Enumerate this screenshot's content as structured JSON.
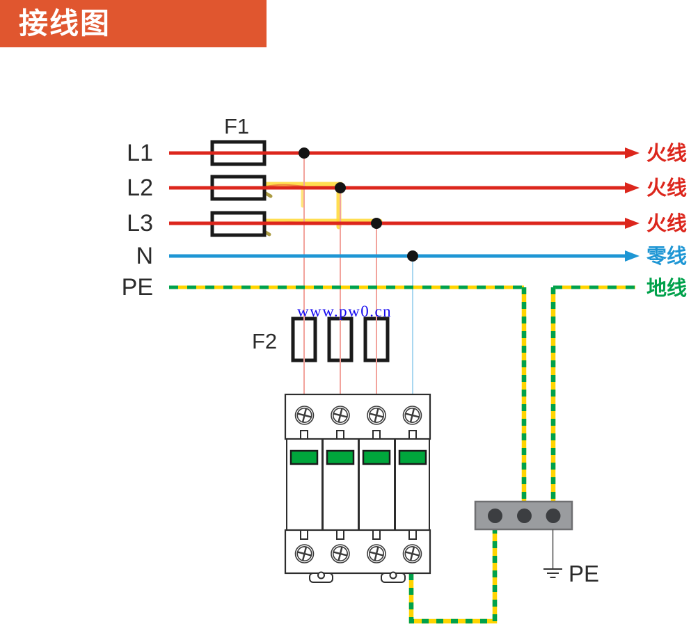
{
  "title": "接线图",
  "watermark": "www.pw0.cn",
  "fuses": {
    "f1_label": "F1",
    "f2_label": "F2",
    "f1_count": 3,
    "f2_count": 3
  },
  "lines": [
    {
      "id": "L1",
      "left_label": "L1",
      "right_label": "火线",
      "color": "#DC261C",
      "style": "solid"
    },
    {
      "id": "L2",
      "left_label": "L2",
      "right_label": "火线",
      "color": "#DC261C",
      "style": "solid"
    },
    {
      "id": "L3",
      "left_label": "L3",
      "right_label": "火线",
      "color": "#DC261C",
      "style": "solid"
    },
    {
      "id": "N",
      "left_label": "N",
      "right_label": "零线",
      "color": "#1E96D4",
      "style": "solid"
    },
    {
      "id": "PE",
      "left_label": "PE",
      "right_label": "地线",
      "color": "#00A14B",
      "style": "yellow-green-dashed"
    }
  ],
  "device": {
    "poles": 4,
    "indicator_color": "#00A63C",
    "top_screws": 4,
    "bottom_screws": 4
  },
  "busbar": {
    "terminals": 3,
    "fill_color": "#9A9C9F"
  },
  "ground": {
    "label": "PE"
  },
  "colors": {
    "accent_bar": "#E0562F",
    "live_red": "#DC261C",
    "neutral_blue": "#1E96D4",
    "earth_yellow": "#FFD400",
    "earth_green": "#00A14B",
    "watermark_blue": "#1408F0"
  }
}
